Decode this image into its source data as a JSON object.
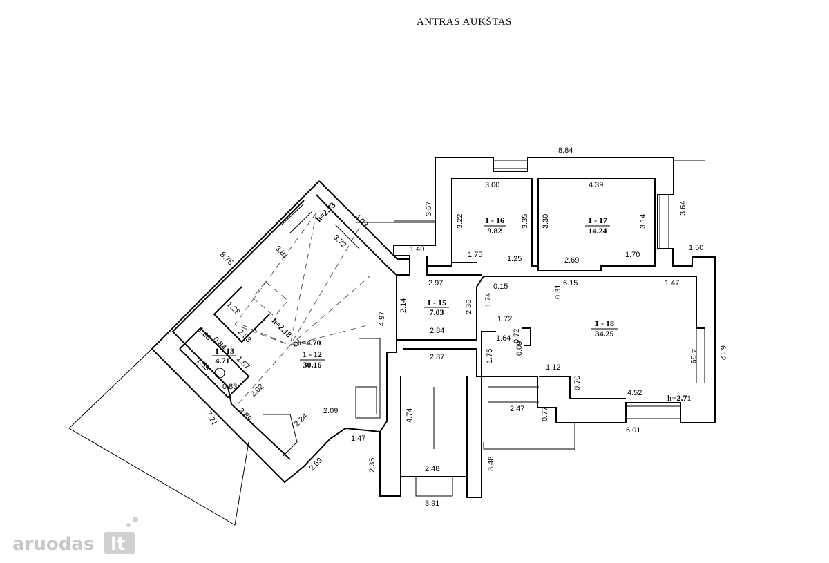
{
  "title": "ANTRAS AUKŠTAS",
  "watermark": {
    "brand": "aruodas",
    "tld": "lt"
  },
  "rooms": [
    {
      "id": "1 - 12",
      "area": "30.16"
    },
    {
      "id": "1 - 13",
      "area": "4.71"
    },
    {
      "id": "1 - 15",
      "area": "7.03"
    },
    {
      "id": "1 - 16",
      "area": "9.82"
    },
    {
      "id": "1 - 17",
      "area": "14.24"
    },
    {
      "id": "1 - 18",
      "area": "34.25"
    }
  ],
  "heights": [
    "h=2.73",
    "h=2.18",
    "h=4.70",
    "h=2.71"
  ],
  "dimensions": [
    "8.84",
    "3.67",
    "3.00",
    "4.39",
    "3.64",
    "3.22",
    "3.35",
    "3.30",
    "3.14",
    "1.75",
    "1.25",
    "2.69",
    "1.70",
    "1.40",
    "1.50",
    "2.97",
    "0.15",
    "6.15",
    "1.47",
    "2.14",
    "2.36",
    "1.74",
    "0.31",
    "1.72",
    "0.72",
    "2.84",
    "1.64",
    "0.09",
    "4.59",
    "6.12",
    "2.87",
    "1.75",
    "1.12",
    "0.70",
    "4.52",
    "4.74",
    "2.47",
    "0.77",
    "6.01",
    "3.48",
    "2.48",
    "2.35",
    "3.91",
    "1.47",
    "2.69",
    "2.09",
    "2.89",
    "2.24",
    "2.02",
    "0.83",
    "0.84",
    "1.57",
    "1.38",
    "1.59",
    "2.53",
    "1.28",
    "3.81",
    "8.75",
    "4.03",
    "3.72",
    "4.97",
    "7.21"
  ]
}
